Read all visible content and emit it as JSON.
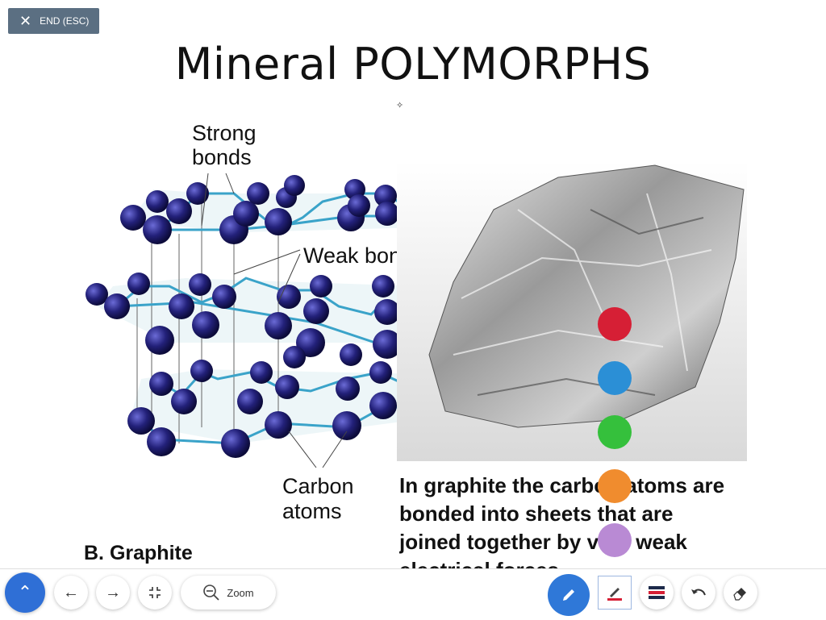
{
  "end_button": {
    "label": "END (ESC)"
  },
  "slide": {
    "title": "Mineral POLYMORPHS",
    "labels": {
      "strong_line1": "Strong",
      "strong_line2": "bonds",
      "weak": "Weak bonds",
      "carbon_line1": "Carbon",
      "carbon_line2": "atoms",
      "graphite": "B. Graphite"
    },
    "caption": {
      "line1": "In graphite the carbon atoms are",
      "line2": "bonded into sheets that are",
      "line3": "joined together by very weak",
      "line4": "electrical forces."
    }
  },
  "colors": {
    "red": "#d61f35",
    "blue": "#2b8fd6",
    "green": "#35c03c",
    "orange": "#f08c2e",
    "purple": "#b98ad4",
    "atom": "#23217a",
    "bond": "#3aa3c9",
    "accent": "#2f78d8"
  },
  "toolbar": {
    "zoom_label": "Zoom"
  }
}
